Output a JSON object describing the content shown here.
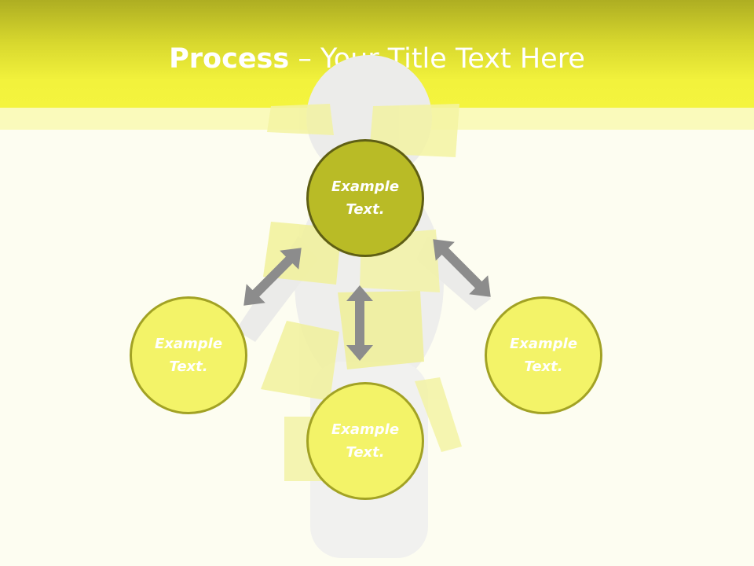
{
  "title": {
    "bold": "Process",
    "rest": " – Your Title Text Here"
  },
  "nodes": {
    "top": "Example Text.",
    "left": "Example Text.",
    "right": "Example Text.",
    "bottom": "Example Text."
  },
  "colors": {
    "header": "#f2f23c",
    "node_top_fill": "#b9bb26",
    "node_fill": "#f3f368",
    "arrow": "#8c8c8c",
    "background": "#fdfdf1"
  }
}
